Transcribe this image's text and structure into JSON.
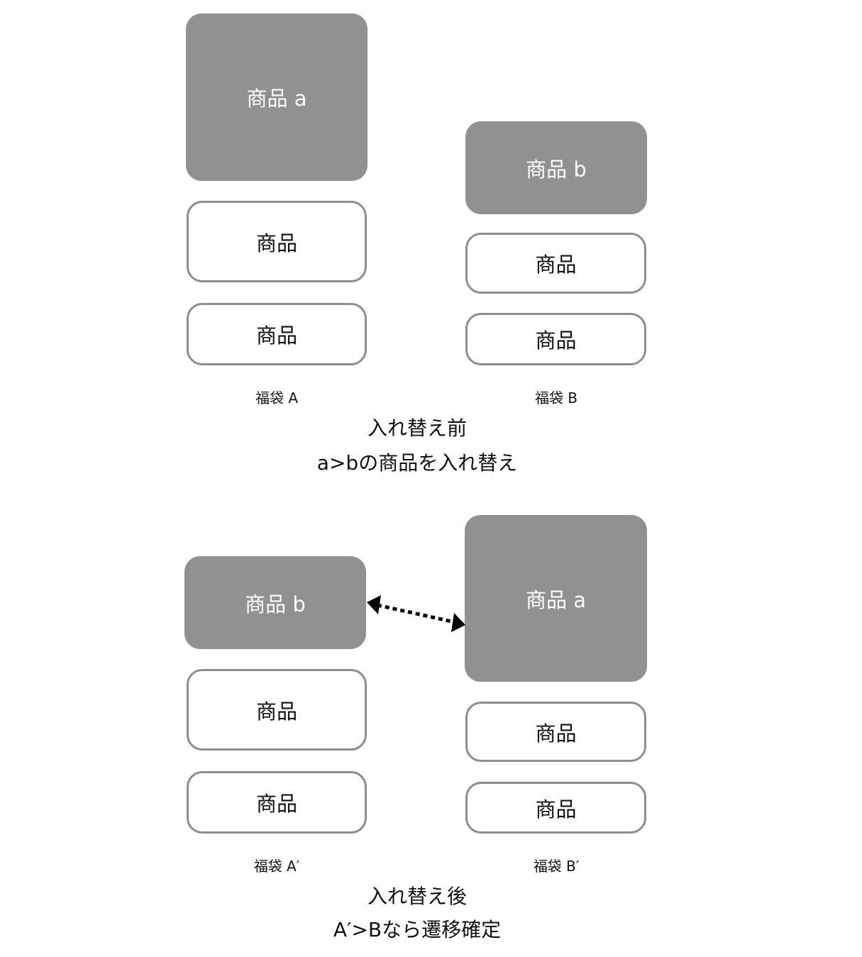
{
  "before": {
    "bag_a": {
      "label": "福袋 A",
      "highlight": "商品 a",
      "items": [
        "商品",
        "商品"
      ]
    },
    "bag_b": {
      "label": "福袋 B",
      "highlight": "商品 b",
      "items": [
        "商品",
        "商品"
      ]
    },
    "caption_line1": "入れ替え前",
    "caption_line2": "a>bの商品を入れ替え"
  },
  "after": {
    "bag_a": {
      "label": "福袋 A′",
      "highlight": "商品 b",
      "items": [
        "商品",
        "商品"
      ]
    },
    "bag_b": {
      "label": "福袋 B′",
      "highlight": "商品 a",
      "items": [
        "商品",
        "商品"
      ]
    },
    "caption_line1": "入れ替え後",
    "caption_line2": "A′>Bなら遷移確定"
  },
  "colors": {
    "filled": "#919191",
    "outline": "#8e8e8e",
    "arrow": "#000000"
  }
}
